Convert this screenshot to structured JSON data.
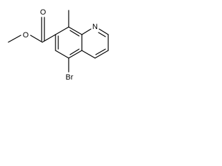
{
  "structure": {
    "compound_name": "",
    "atom_labels": {
      "ester_oxygen": "O",
      "carbonyl_oxygen": "O",
      "ring_nitrogen": "N",
      "bromine": "Br"
    }
  }
}
